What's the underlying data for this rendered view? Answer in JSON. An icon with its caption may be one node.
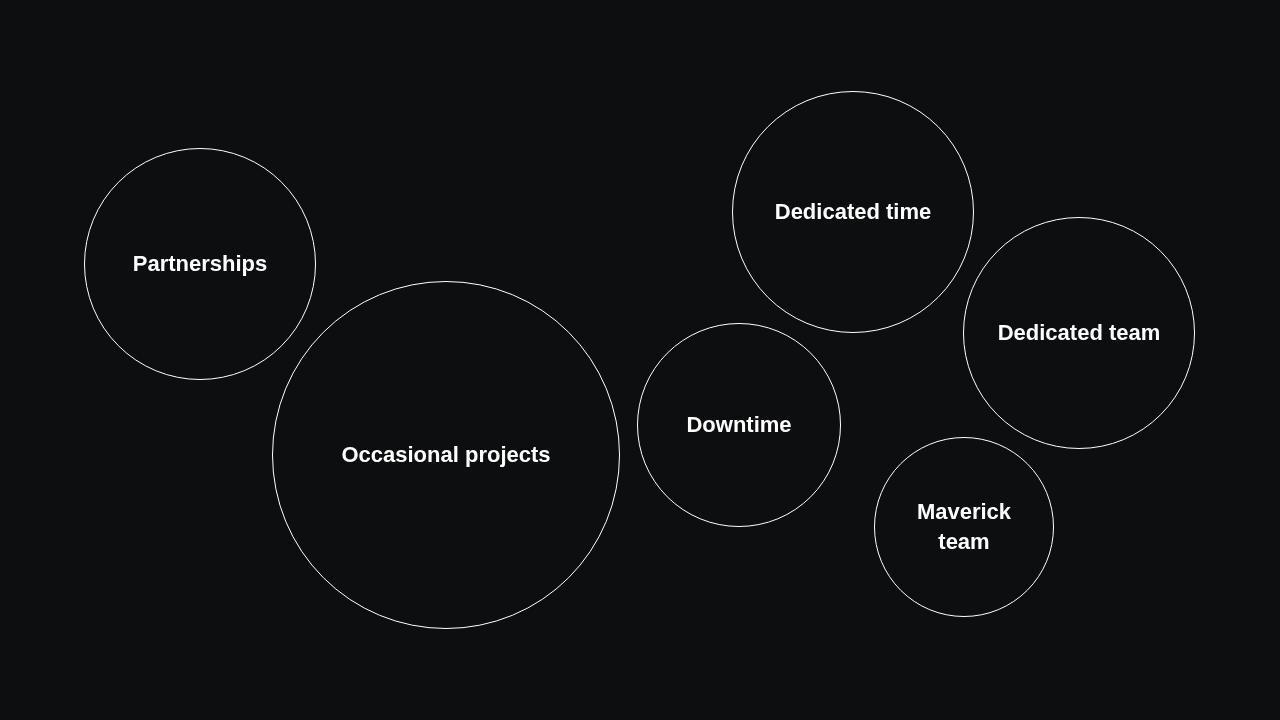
{
  "diagram": {
    "nodes": [
      {
        "text": [
          "Partnerships"
        ]
      },
      {
        "text": [
          "Occasional projects"
        ]
      },
      {
        "text": [
          "Dedicated time"
        ]
      },
      {
        "text": [
          "Downtime"
        ]
      },
      {
        "text": [
          "Dedicated team"
        ]
      },
      {
        "text": [
          "Maverick team"
        ]
      }
    ]
  }
}
